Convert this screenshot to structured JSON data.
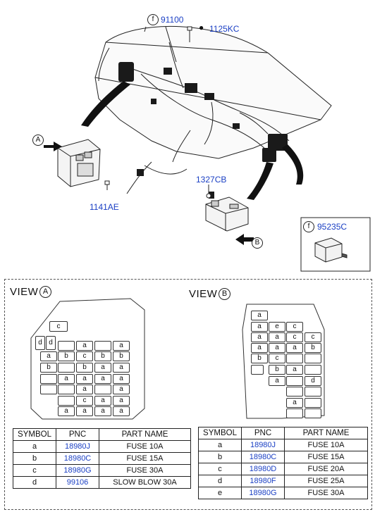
{
  "callouts": {
    "c91100": "91100",
    "c1125kc": "1125KC",
    "c1141ae": "1141AE",
    "c1327cb": "1327CB",
    "c95235c": "95235C",
    "f": "f",
    "viewA_marker": "A",
    "viewB_marker": "B"
  },
  "viewA": {
    "title": "VIEW",
    "letter": "A"
  },
  "viewB": {
    "title": "VIEW",
    "letter": "B"
  },
  "tableA": {
    "headers": [
      "SYMBOL",
      "PNC",
      "PART NAME"
    ],
    "rows": [
      [
        "a",
        "18980J",
        "FUSE 10A"
      ],
      [
        "b",
        "18980C",
        "FUSE 15A"
      ],
      [
        "c",
        "18980G",
        "FUSE 30A"
      ],
      [
        "d",
        "99106",
        "SLOW BLOW 30A"
      ]
    ]
  },
  "tableB": {
    "headers": [
      "SYMBOL",
      "PNC",
      "PART NAME"
    ],
    "rows": [
      [
        "a",
        "18980J",
        "FUSE 10A"
      ],
      [
        "b",
        "18980C",
        "FUSE 15A"
      ],
      [
        "c",
        "18980D",
        "FUSE 20A"
      ],
      [
        "d",
        "18980F",
        "FUSE 25A"
      ],
      [
        "e",
        "18980G",
        "FUSE 30A"
      ]
    ]
  },
  "fuseboxA_letters": [
    "c",
    "d",
    "d",
    "a",
    "a",
    "a",
    "b",
    "c",
    "b",
    "b",
    "b",
    "b",
    "a",
    "a",
    "a",
    "a",
    "a",
    "a",
    "a",
    "a",
    "c",
    "a",
    "a",
    "a",
    "a",
    "a",
    "a",
    "a"
  ],
  "fuseboxB_letters": [
    "a",
    "a",
    "e",
    "c",
    "a",
    "a",
    "c",
    "c",
    "a",
    "a",
    "a",
    "b",
    "b",
    "c",
    "b",
    "a",
    "a",
    "d",
    "a"
  ]
}
